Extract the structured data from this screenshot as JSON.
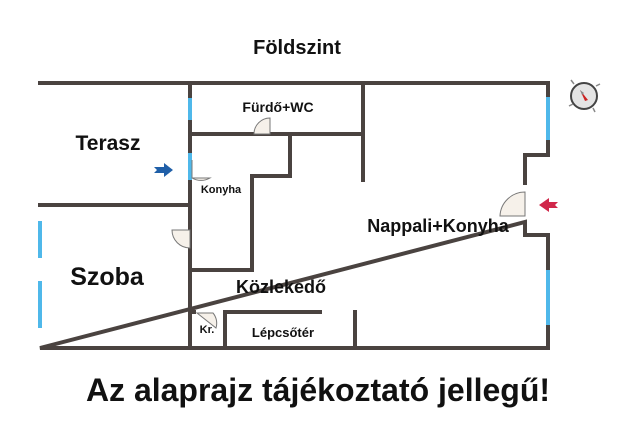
{
  "title": "Földszint",
  "rooms": {
    "terrace": "Terasz",
    "bathroom": "Fürdő+WC",
    "kitchen": "Konyha",
    "room": "Szoba",
    "hallway": "Közlekedő",
    "pantry": "Kr.",
    "stairwell": "Lépcsőtér",
    "living": "Nappali+Konyha"
  },
  "disclaimer": "Az alaprajz tájékoztató jellegű!",
  "colors": {
    "wall": "#4a4340",
    "window": "#4fb8ea",
    "entry_arrow_left": "#1f5fa8",
    "entry_arrow_right": "#d0274a"
  },
  "icons": [
    "compass-icon",
    "blue-entry-arrow-icon",
    "red-entry-arrow-icon"
  ]
}
